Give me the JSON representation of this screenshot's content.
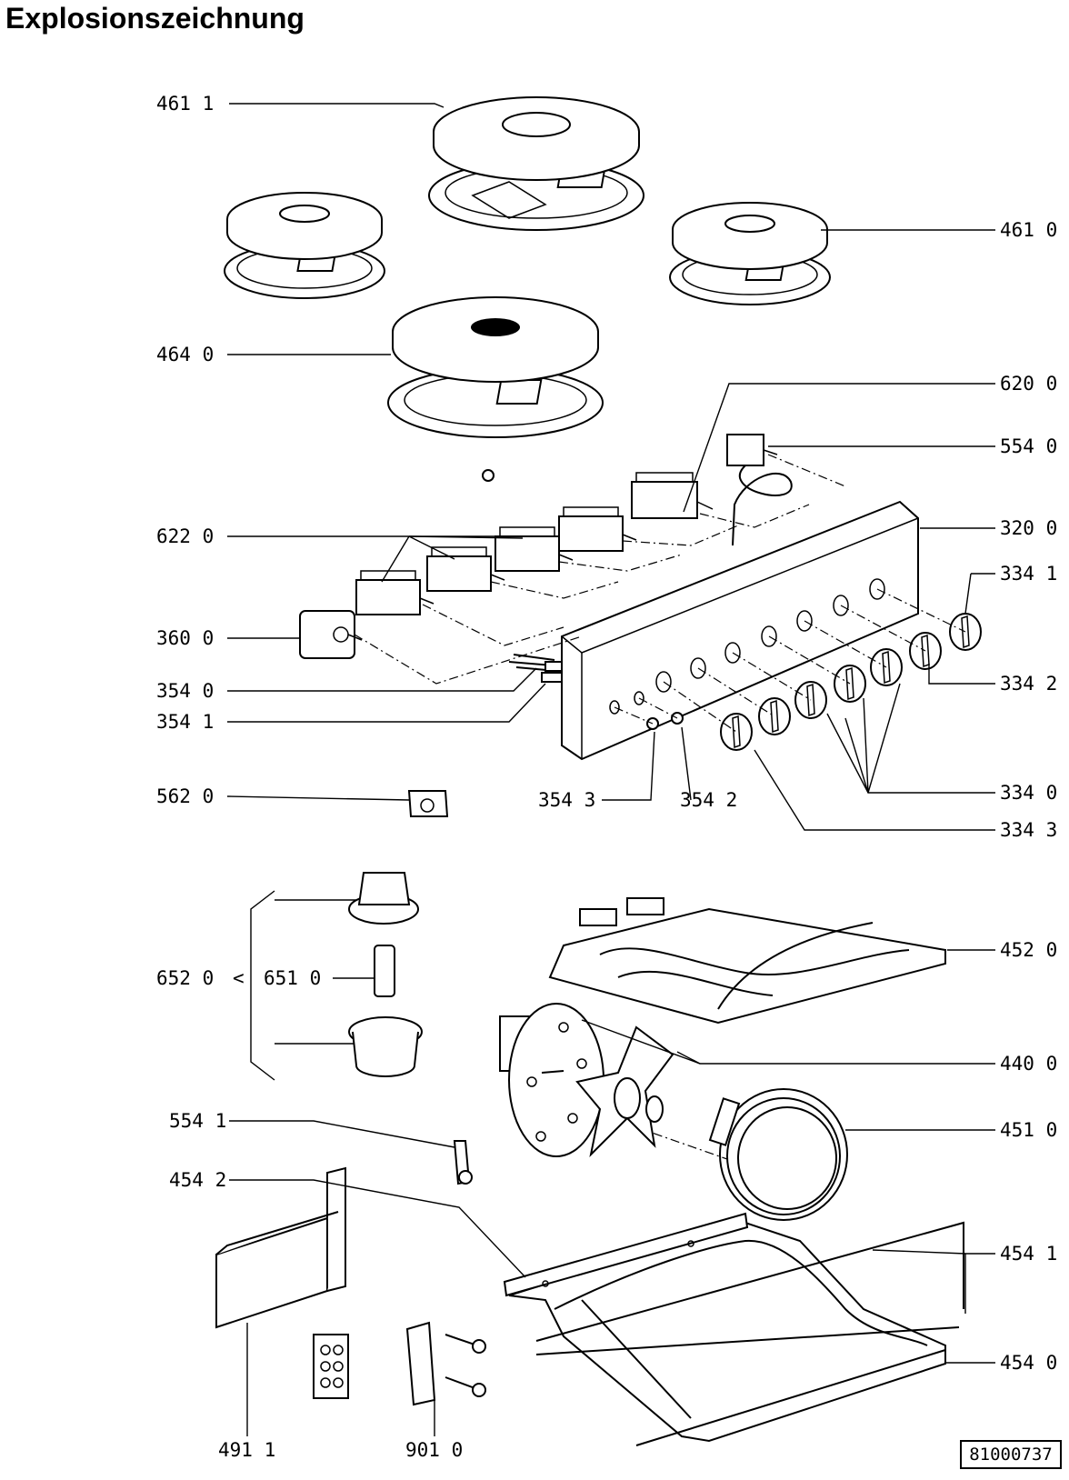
{
  "title": "Explosionszeichnung",
  "drawing_code": "81000737",
  "labels": {
    "l4611": "461 1",
    "l4610": "461 0",
    "l4640": "464 0",
    "l6200": "620 0",
    "l5540": "554 0",
    "l6220": "622 0",
    "l3200": "320 0",
    "l3341": "334 1",
    "l3600": "360 0",
    "l3342": "334 2",
    "l3540": "354 0",
    "l3541": "354 1",
    "l5620": "562 0",
    "l3543": "354 3",
    "l3542": "354 2",
    "l3340": "334 0",
    "l3343": "334 3",
    "l4520": "452 0",
    "l6520": "652 0",
    "l6510": "651 0",
    "l4400": "440 0",
    "l4510": "451 0",
    "l5541": "554 1",
    "l4542": "454 2",
    "l4541": "454 1",
    "l4540": "454 0",
    "l4911": "491 1",
    "l9010": "901 0"
  }
}
